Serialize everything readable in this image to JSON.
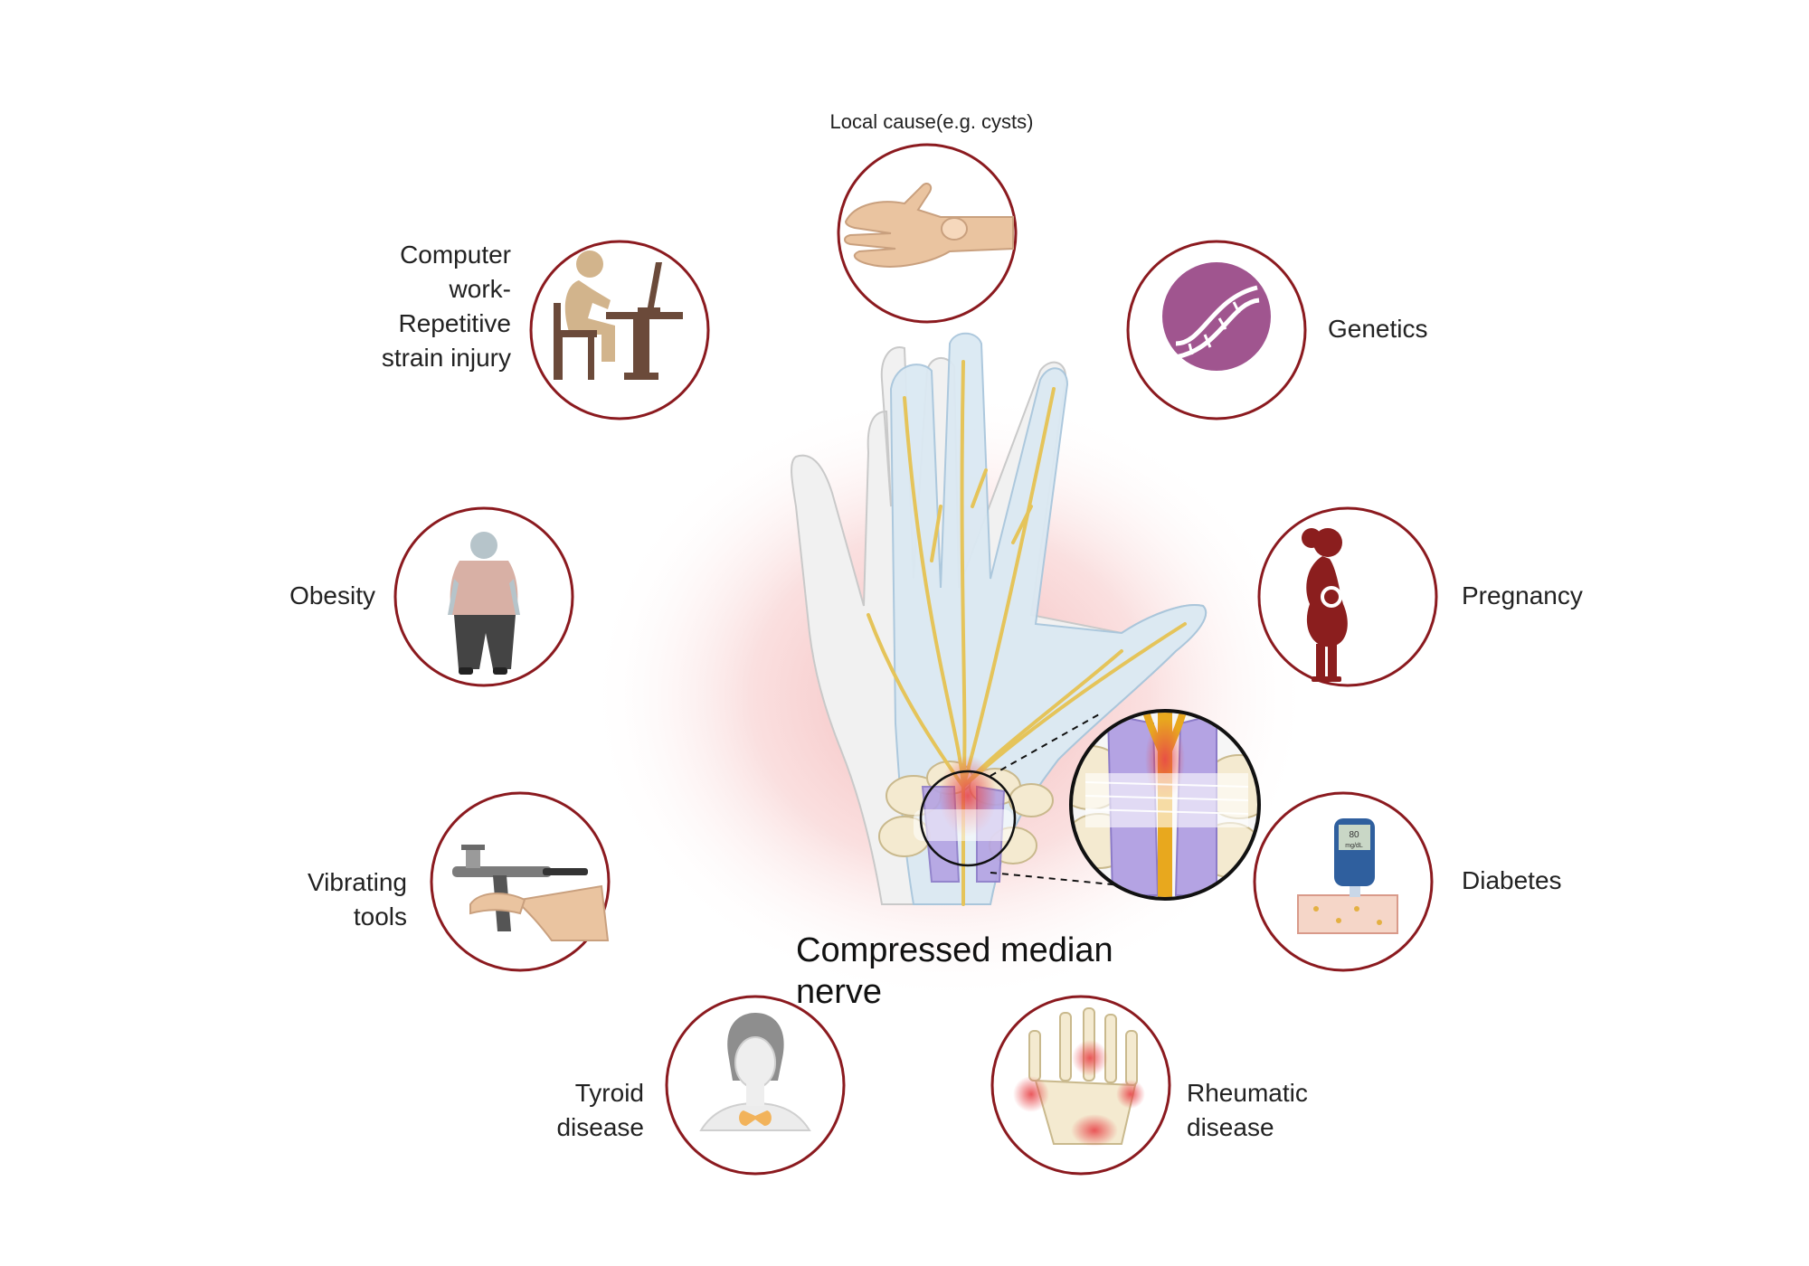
{
  "center": {
    "label_line1": "Compressed median",
    "label_line2": "nerve"
  },
  "causes": {
    "local": {
      "label": "Local cause(e.g. cysts)",
      "icon": "hand-cyst-icon"
    },
    "genetics": {
      "label": "Genetics",
      "icon": "dna-icon"
    },
    "computer": {
      "line1": "Computer",
      "line2": "work-",
      "line3": "Repetitive",
      "line4": "strain injury",
      "icon": "computer-work-icon"
    },
    "obesity": {
      "label": "Obesity",
      "icon": "obese-person-icon"
    },
    "pregnancy": {
      "label": "Pregnancy",
      "icon": "pregnant-woman-icon"
    },
    "vibrating": {
      "line1": "Vibrating",
      "line2": "tools",
      "icon": "airbrush-tool-icon"
    },
    "diabetes": {
      "label": "Diabetes",
      "icon": "glucose-meter-icon",
      "meter_value": "80",
      "meter_unit": "mg/dL"
    },
    "thyroid": {
      "line1": "Tyroid",
      "line2": "disease",
      "icon": "thyroid-icon"
    },
    "rheumatic": {
      "line1": "Rheumatic",
      "line2": "disease",
      "icon": "arthritic-hand-icon"
    }
  },
  "colors": {
    "ring": "#8b1a1f",
    "nerve": "#e5c45a",
    "inflammation": "#e8464a",
    "skin": "#e9c9a8",
    "dna_bg": "#a0558f",
    "pregnant": "#8b1e1e",
    "desk": "#6b4a3a"
  }
}
